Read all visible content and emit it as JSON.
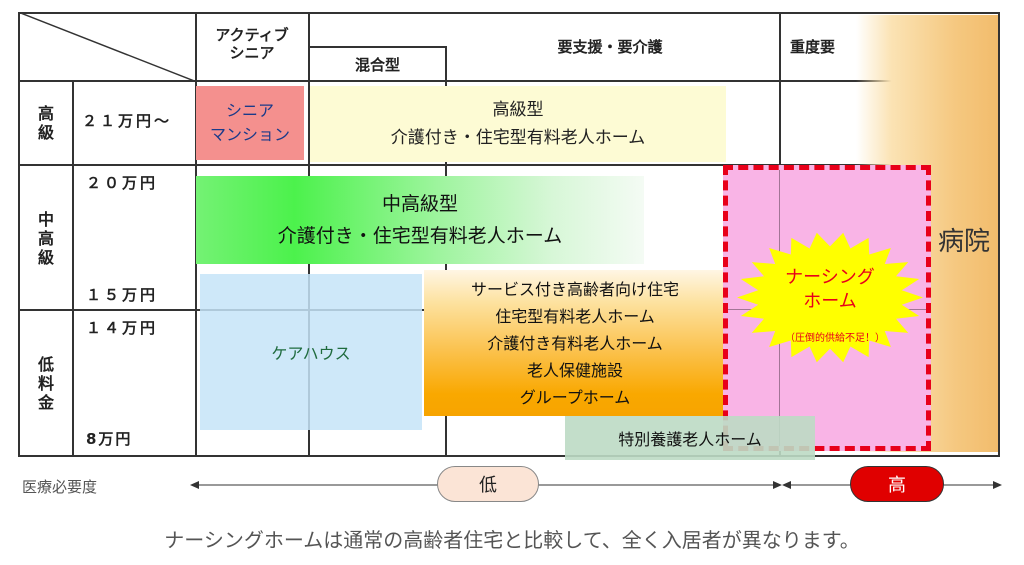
{
  "header": {
    "active_senior": [
      "アクティブ",
      "シニア"
    ],
    "mixed": "混合型",
    "support_care": "要支援・要介護",
    "severe": "重度要"
  },
  "rows": {
    "high": {
      "label": [
        "高",
        "級"
      ],
      "price": "２１万円～"
    },
    "mid": {
      "label": [
        "中",
        "高",
        "級"
      ],
      "price_top": "２０万円",
      "price_bottom": "１５万円"
    },
    "low": {
      "label": [
        "低",
        "料",
        "金"
      ],
      "price_top": "１４万円",
      "price_bottom": "8万円"
    }
  },
  "boxes": {
    "senior_mansion": [
      "シニア",
      "マンション"
    ],
    "high_class": [
      "高級型",
      "介護付き・住宅型有料老人ホーム"
    ],
    "mid_high_class": [
      "中高級型",
      "介護付き・住宅型有料老人ホーム"
    ],
    "care_house": "ケアハウス",
    "orange_list": [
      "サービス付き高齢者向け住宅",
      "住宅型有料老人ホーム",
      "介護付き有料老人ホーム",
      "老人保健施設",
      "グループホーム"
    ],
    "special_nursing": "特別養護老人ホーム",
    "nursing_home": [
      "ナーシング",
      "ホーム"
    ],
    "nursing_note": "（圧倒的供給不足！）",
    "hospital": "病院"
  },
  "axis": {
    "label": "医療必要度",
    "low": "低",
    "high": "高"
  },
  "caption": "ナーシングホームは通常の高齢者住宅と比較して、全く入居者が異なります。",
  "colors": {
    "senior_mansion": "#f4908e",
    "high_class": "#fdfbd4",
    "mid_high_class": "#5cf05c",
    "care_house": "#d2eaf8",
    "orange": "#f9a800",
    "special_nursing": "#c8e2cc",
    "nursing_home": "#f9b4e6",
    "nursing_border": "#e8001a",
    "starburst": "#ffff00",
    "hospital": "#f5c880",
    "high_pill": "#e00000",
    "low_pill": "#fbe4d6"
  }
}
